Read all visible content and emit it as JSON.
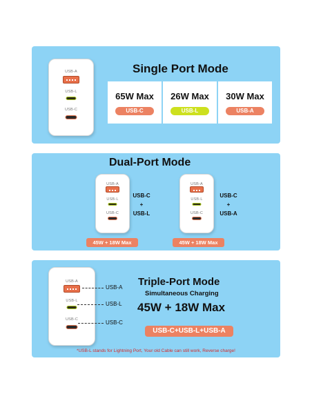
{
  "colors": {
    "panel": "#8dd3f5",
    "usb_c": "#ec8262",
    "usb_l": "#cde01e",
    "usb_a": "#ec8262"
  },
  "single": {
    "title": "Single Port Mode",
    "charger_labels": {
      "a": "USB-A",
      "l": "USB-L",
      "c": "USB-C"
    },
    "boxes": [
      {
        "watt": "65W Max",
        "tag": "USB-C"
      },
      {
        "watt": "26W Max",
        "tag": "USB-L"
      },
      {
        "watt": "30W Max",
        "tag": "USB-A"
      }
    ]
  },
  "dual": {
    "title": "Dual-Port Mode",
    "left": {
      "labels": {
        "a": "USB-A",
        "l": "USB-L",
        "c": "USB-C"
      },
      "combo": {
        "p1": "USB-C",
        "plus": "+",
        "p2": "USB-L"
      },
      "power": "45W + 18W Max"
    },
    "right": {
      "labels": {
        "a": "USB-A",
        "l": "USB-L",
        "c": "USB-C"
      },
      "combo": {
        "p1": "USB-C",
        "plus": "+",
        "p2": "USB-A"
      },
      "power": "45W + 18W Max"
    }
  },
  "triple": {
    "title": "Triple-Port Mode",
    "subtitle": "Simultaneous Charging",
    "power": "45W + 18W Max",
    "ports_pill": "USB-C+USB-L+USB-A",
    "charger_labels": {
      "a": "USB-A",
      "l": "USB-L",
      "c": "USB-C"
    },
    "leaders": {
      "a": "USB-A",
      "l": "USB-L",
      "c": "USB-C"
    }
  },
  "footnote": "*USB-L stands for Lightning Port, Your old Cable can still work, Reverse charge!"
}
